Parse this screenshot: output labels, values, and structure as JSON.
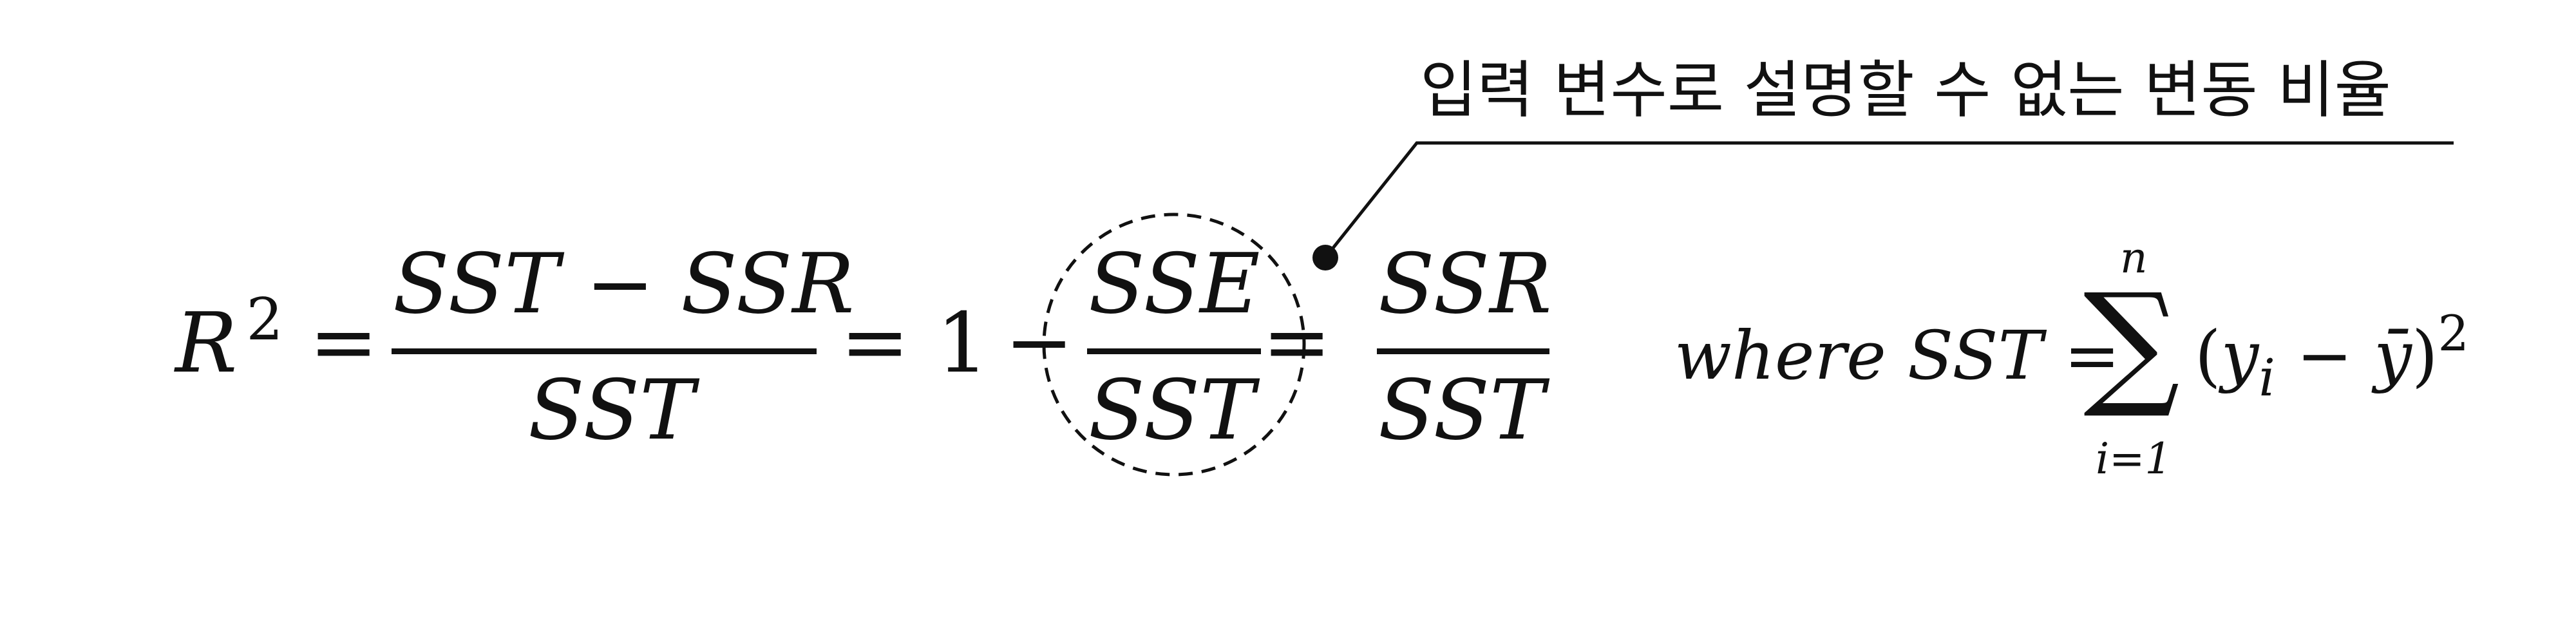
{
  "annotation": {
    "label": "입력 변수로 설명할 수 없는 변동 비율"
  },
  "equation": {
    "lhs_base": "R",
    "lhs_exp": "2",
    "eq1": "=",
    "frac1_num": "SST − SSR",
    "frac1_den": "SST",
    "eq2": "=",
    "one": "1",
    "minus": "−",
    "frac2_num": "SSE",
    "frac2_den": "SST",
    "eq3": "=",
    "frac3_num": "SSR",
    "frac3_den": "SST"
  },
  "definition": {
    "where": "where",
    "sst": "SST",
    "eq": "=",
    "sigma": "∑",
    "upper": "n",
    "lower": "i=1",
    "open": "(",
    "y": "y",
    "yi_sub": "i",
    "minus": "−",
    "ybar": "ȳ",
    "close": ")",
    "exp": "2"
  }
}
